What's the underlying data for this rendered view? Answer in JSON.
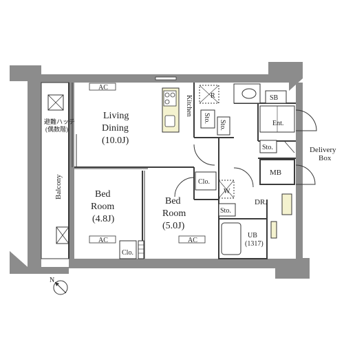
{
  "plan": {
    "rooms": {
      "living": {
        "line1": "Living",
        "line2": "Dining",
        "size": "(10.0J)"
      },
      "bed1": {
        "line1": "Bed",
        "line2": "Room",
        "size": "(4.8J)"
      },
      "bed2": {
        "line1": "Bed",
        "line2": "Room",
        "size": "(5.0J)"
      }
    },
    "labels": {
      "balcony": "Balcony",
      "hatch_line1": "避難ハッチ",
      "hatch_line2": "(偶数階)",
      "kitchen": "Kitchen",
      "refrigerator": "R",
      "washer": "W",
      "sb": "SB",
      "ent": "Ent.",
      "mb": "MB",
      "dr": "DR.",
      "ub": "UB",
      "ub_size": "(1317)",
      "delivery_line1": "Delivery",
      "delivery_line2": "Box",
      "north": "N"
    },
    "ac": {
      "living": "AC",
      "bed1": "AC",
      "bed2": "AC"
    },
    "closets": {
      "clo_bed1": "Clo.",
      "clo_center": "Clo."
    },
    "storage": {
      "sto_k1": "Sto.",
      "sto_k2": "Sto.",
      "sto_ent": "Sto.",
      "sto_wash": "Sto."
    },
    "colors": {
      "wall": "#8c8c8c",
      "line": "#3a3a3a",
      "floor": "#ffffff",
      "appliance": "#f4f2cf"
    }
  }
}
